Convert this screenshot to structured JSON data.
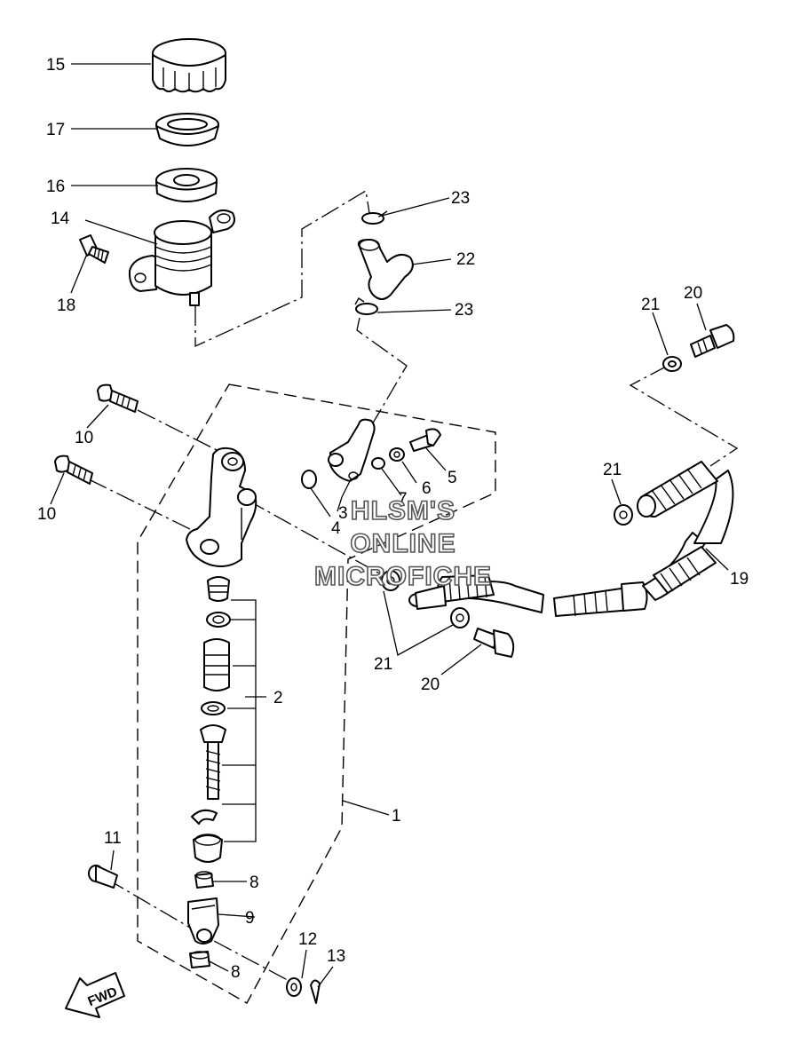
{
  "diagram": {
    "callouts": [
      {
        "id": "c15",
        "label": "15"
      },
      {
        "id": "c17",
        "label": "17"
      },
      {
        "id": "c16",
        "label": "16"
      },
      {
        "id": "c14",
        "label": "14"
      },
      {
        "id": "c18",
        "label": "18"
      },
      {
        "id": "c23a",
        "label": "23"
      },
      {
        "id": "c22",
        "label": "22"
      },
      {
        "id": "c23b",
        "label": "23"
      },
      {
        "id": "c20a",
        "label": "20"
      },
      {
        "id": "c21a",
        "label": "21"
      },
      {
        "id": "c10a",
        "label": "10"
      },
      {
        "id": "c10b",
        "label": "10"
      },
      {
        "id": "c5",
        "label": "5"
      },
      {
        "id": "c6",
        "label": "6"
      },
      {
        "id": "c7",
        "label": "7"
      },
      {
        "id": "c3",
        "label": "3"
      },
      {
        "id": "c4",
        "label": "4"
      },
      {
        "id": "c21b",
        "label": "21"
      },
      {
        "id": "c19",
        "label": "19"
      },
      {
        "id": "c21c",
        "label": "21"
      },
      {
        "id": "c20b",
        "label": "20"
      },
      {
        "id": "c2",
        "label": "2"
      },
      {
        "id": "c1",
        "label": "1"
      },
      {
        "id": "c11",
        "label": "11"
      },
      {
        "id": "c8a",
        "label": "8"
      },
      {
        "id": "c9",
        "label": "9"
      },
      {
        "id": "c12",
        "label": "12"
      },
      {
        "id": "c13",
        "label": "13"
      },
      {
        "id": "c8b",
        "label": "8"
      }
    ],
    "watermark": [
      "HLSM'S",
      "ONLINE",
      "MICROFICHE"
    ],
    "fwd_label": "FWD",
    "colors": {
      "ink": "#000000",
      "paper": "#ffffff",
      "watermark_outline": "#555555"
    }
  }
}
